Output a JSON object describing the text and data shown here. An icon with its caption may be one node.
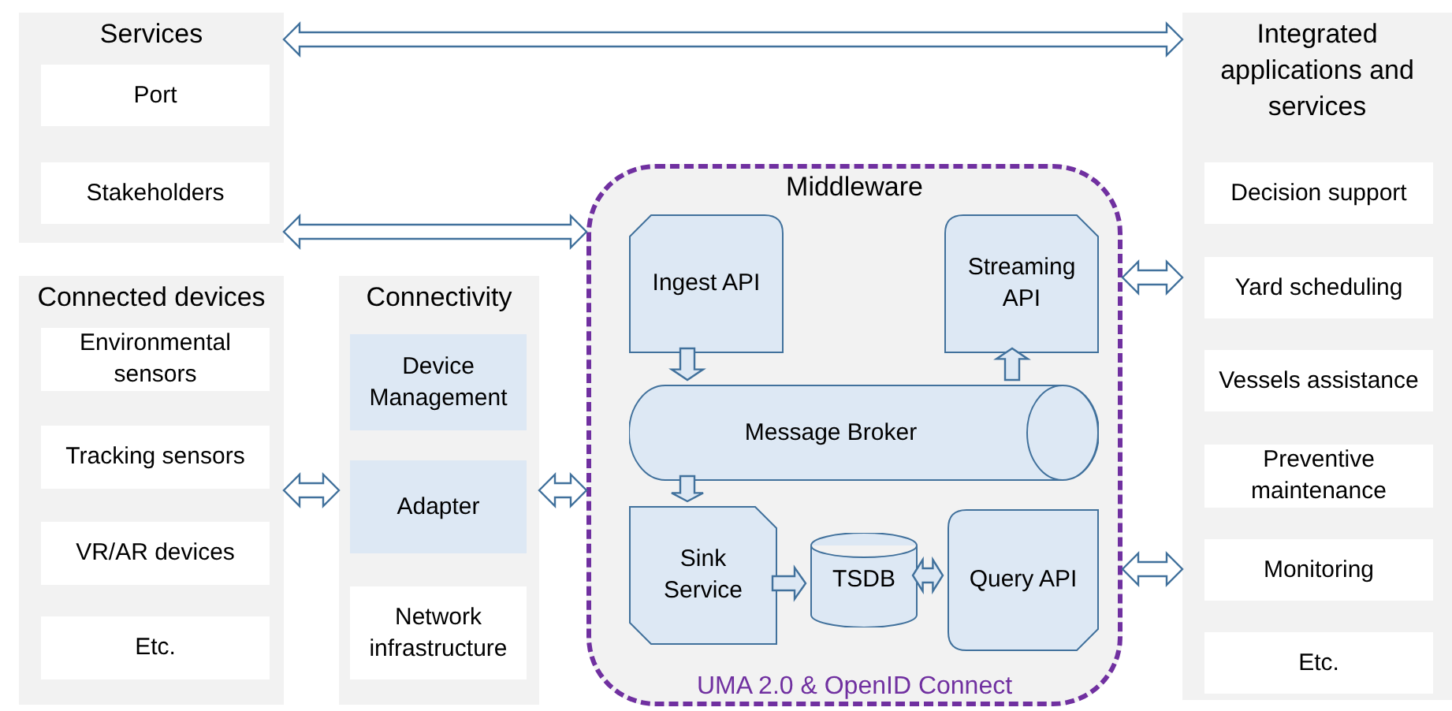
{
  "diagram": {
    "nodes": [
      {
        "text": [
          "Services"
        ]
      },
      {
        "text": [
          "Port"
        ],
        "in": 0
      },
      {
        "text": [
          "Stakeholders"
        ],
        "in": 0
      },
      {
        "text": [
          "Integrated applications and services"
        ]
      },
      {
        "text": [
          "Decision support"
        ],
        "in": 3
      },
      {
        "text": [
          "Yard scheduling"
        ],
        "in": 3
      },
      {
        "text": [
          "Vessels assistance"
        ],
        "in": 3
      },
      {
        "text": [
          "Preventive maintenance"
        ],
        "in": 3
      },
      {
        "text": [
          "Monitoring"
        ],
        "in": 3
      },
      {
        "text": [
          "Etc."
        ],
        "in": 3
      },
      {
        "text": [
          "Connected devices"
        ]
      },
      {
        "text": [
          "Environmental sensors"
        ],
        "in": 10
      },
      {
        "text": [
          "Tracking sensors"
        ],
        "in": 10
      },
      {
        "text": [
          "VR/AR devices"
        ],
        "in": 10
      },
      {
        "text": [
          "Etc."
        ],
        "in": 10
      },
      {
        "text": [
          "Connectivity"
        ]
      },
      {
        "text": [
          "Device Management"
        ],
        "in": 15
      },
      {
        "text": [
          "Adapter"
        ],
        "in": 15
      },
      {
        "text": [
          "Network infrastructure"
        ],
        "in": 15
      },
      {
        "text": [
          "Middleware",
          "UMA 2.0 & OpenID Connect"
        ]
      },
      {
        "text": [
          "Ingest API"
        ],
        "in": 19
      },
      {
        "text": [
          "Streaming API"
        ],
        "in": 19
      },
      {
        "text": [
          "Message Broker"
        ],
        "in": 19
      },
      {
        "text": [
          "Sink Service"
        ],
        "in": 19
      },
      {
        "text": [
          "TSDB"
        ],
        "in": 19
      },
      {
        "text": [
          "Query API"
        ],
        "in": 19
      }
    ],
    "edges": [
      {
        "from": 0,
        "to": 3,
        "arrow": "both"
      },
      {
        "from": 0,
        "to": 19,
        "arrow": "both"
      },
      {
        "from": 10,
        "to": 15,
        "arrow": "both"
      },
      {
        "from": 15,
        "to": 19,
        "arrow": "both"
      },
      {
        "from": 19,
        "to": 3,
        "arrow": "both"
      },
      {
        "from": 19,
        "to": 3,
        "arrow": "both"
      },
      {
        "from": 20,
        "to": 22,
        "arrow": "to"
      },
      {
        "from": 22,
        "to": 21,
        "arrow": "to"
      },
      {
        "from": 22,
        "to": 23,
        "arrow": "to"
      },
      {
        "from": 23,
        "to": 24,
        "arrow": "to"
      },
      {
        "from": 24,
        "to": 25,
        "arrow": "both"
      }
    ]
  }
}
